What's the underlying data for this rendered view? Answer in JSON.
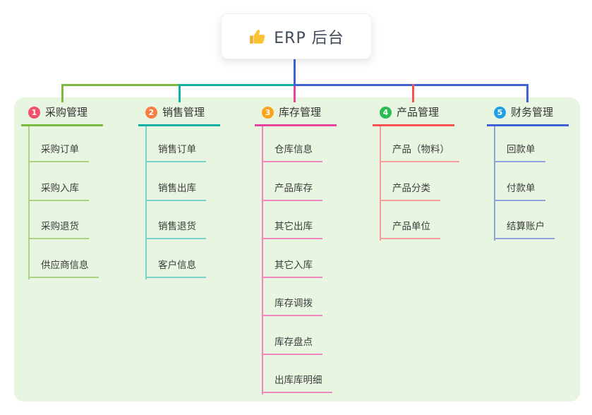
{
  "root": {
    "label": "ERP 后台",
    "icon": "thumbs-up-icon"
  },
  "branches": [
    {
      "index": "1",
      "label": "采购管理",
      "badge_color": "#f35069",
      "line_color": "#7cb93f",
      "child_line_color": "#abd381",
      "children": [
        "采购订单",
        "采购入库",
        "采购退货",
        "供应商信息"
      ]
    },
    {
      "index": "2",
      "label": "销售管理",
      "badge_color": "#f87c43",
      "line_color": "#12b1a5",
      "child_line_color": "#7ad2c9",
      "children": [
        "销售订单",
        "销售出库",
        "销售退货",
        "客户信息"
      ]
    },
    {
      "index": "3",
      "label": "库存管理",
      "badge_color": "#fda21c",
      "line_color": "#e9449c",
      "child_line_color": "#f087bd",
      "children": [
        "仓库信息",
        "产品库存",
        "其它出库",
        "其它入库",
        "库存调拨",
        "库存盘点",
        "出库库明细"
      ]
    },
    {
      "index": "4",
      "label": "产品管理",
      "badge_color": "#2abc52",
      "line_color": "#f95252",
      "child_line_color": "#fa9e9b",
      "children": [
        "产品（物料）",
        "产品分类",
        "产品单位"
      ]
    },
    {
      "index": "5",
      "label": "财务管理",
      "badge_color": "#21a0e8",
      "line_color": "#3f62d7",
      "child_line_color": "#8fa2dc",
      "children": [
        "回款单",
        "付款单",
        "结算账户"
      ]
    }
  ],
  "colors": {
    "panel_bg": "#e8f6e1",
    "root_connector": "#3f62d7",
    "root_text": "#3f4a5a",
    "branch_text": "#333333",
    "child_text": "#3d3d3d"
  }
}
